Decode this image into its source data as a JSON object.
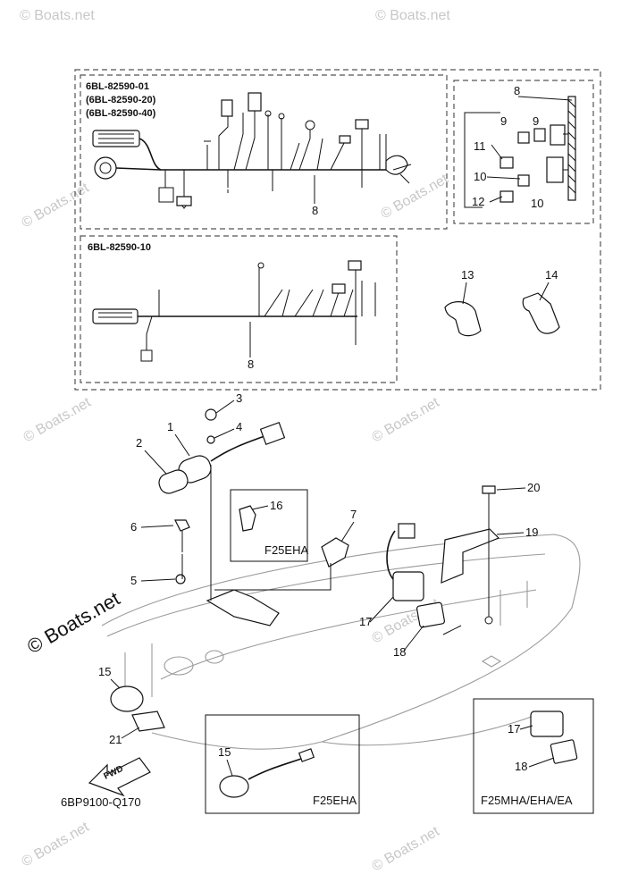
{
  "harness_box": {
    "codes": [
      "6BL-82590-01",
      "(6BL-82590-20)",
      "(6BL-82590-40)"
    ],
    "alt_code": "6BL-82590-10"
  },
  "callouts": {
    "c1": "1",
    "c2": "2",
    "c3": "3",
    "c4": "4",
    "c5": "5",
    "c6": "6",
    "c7": "7",
    "c8a": "8",
    "c8b": "8",
    "c8c": "8",
    "c9a": "9",
    "c9b": "9",
    "c10a": "10",
    "c10b": "10",
    "c11": "11",
    "c12": "12",
    "c13": "13",
    "c14": "14",
    "c15a": "15",
    "c15b": "15",
    "c16": "16",
    "c17a": "17",
    "c17b": "17",
    "c18a": "18",
    "c18b": "18",
    "c19": "19",
    "c20": "20",
    "c21": "21"
  },
  "model_tags": {
    "inset16": "F25EHA",
    "inset15": "F25EHA",
    "inset17": "F25MHA/EHA/EA"
  },
  "fwd_label": "FWD",
  "drawing_number": "6BP9100-Q170",
  "watermark": {
    "text": "© Boats.net",
    "main": "© Boats.net"
  }
}
